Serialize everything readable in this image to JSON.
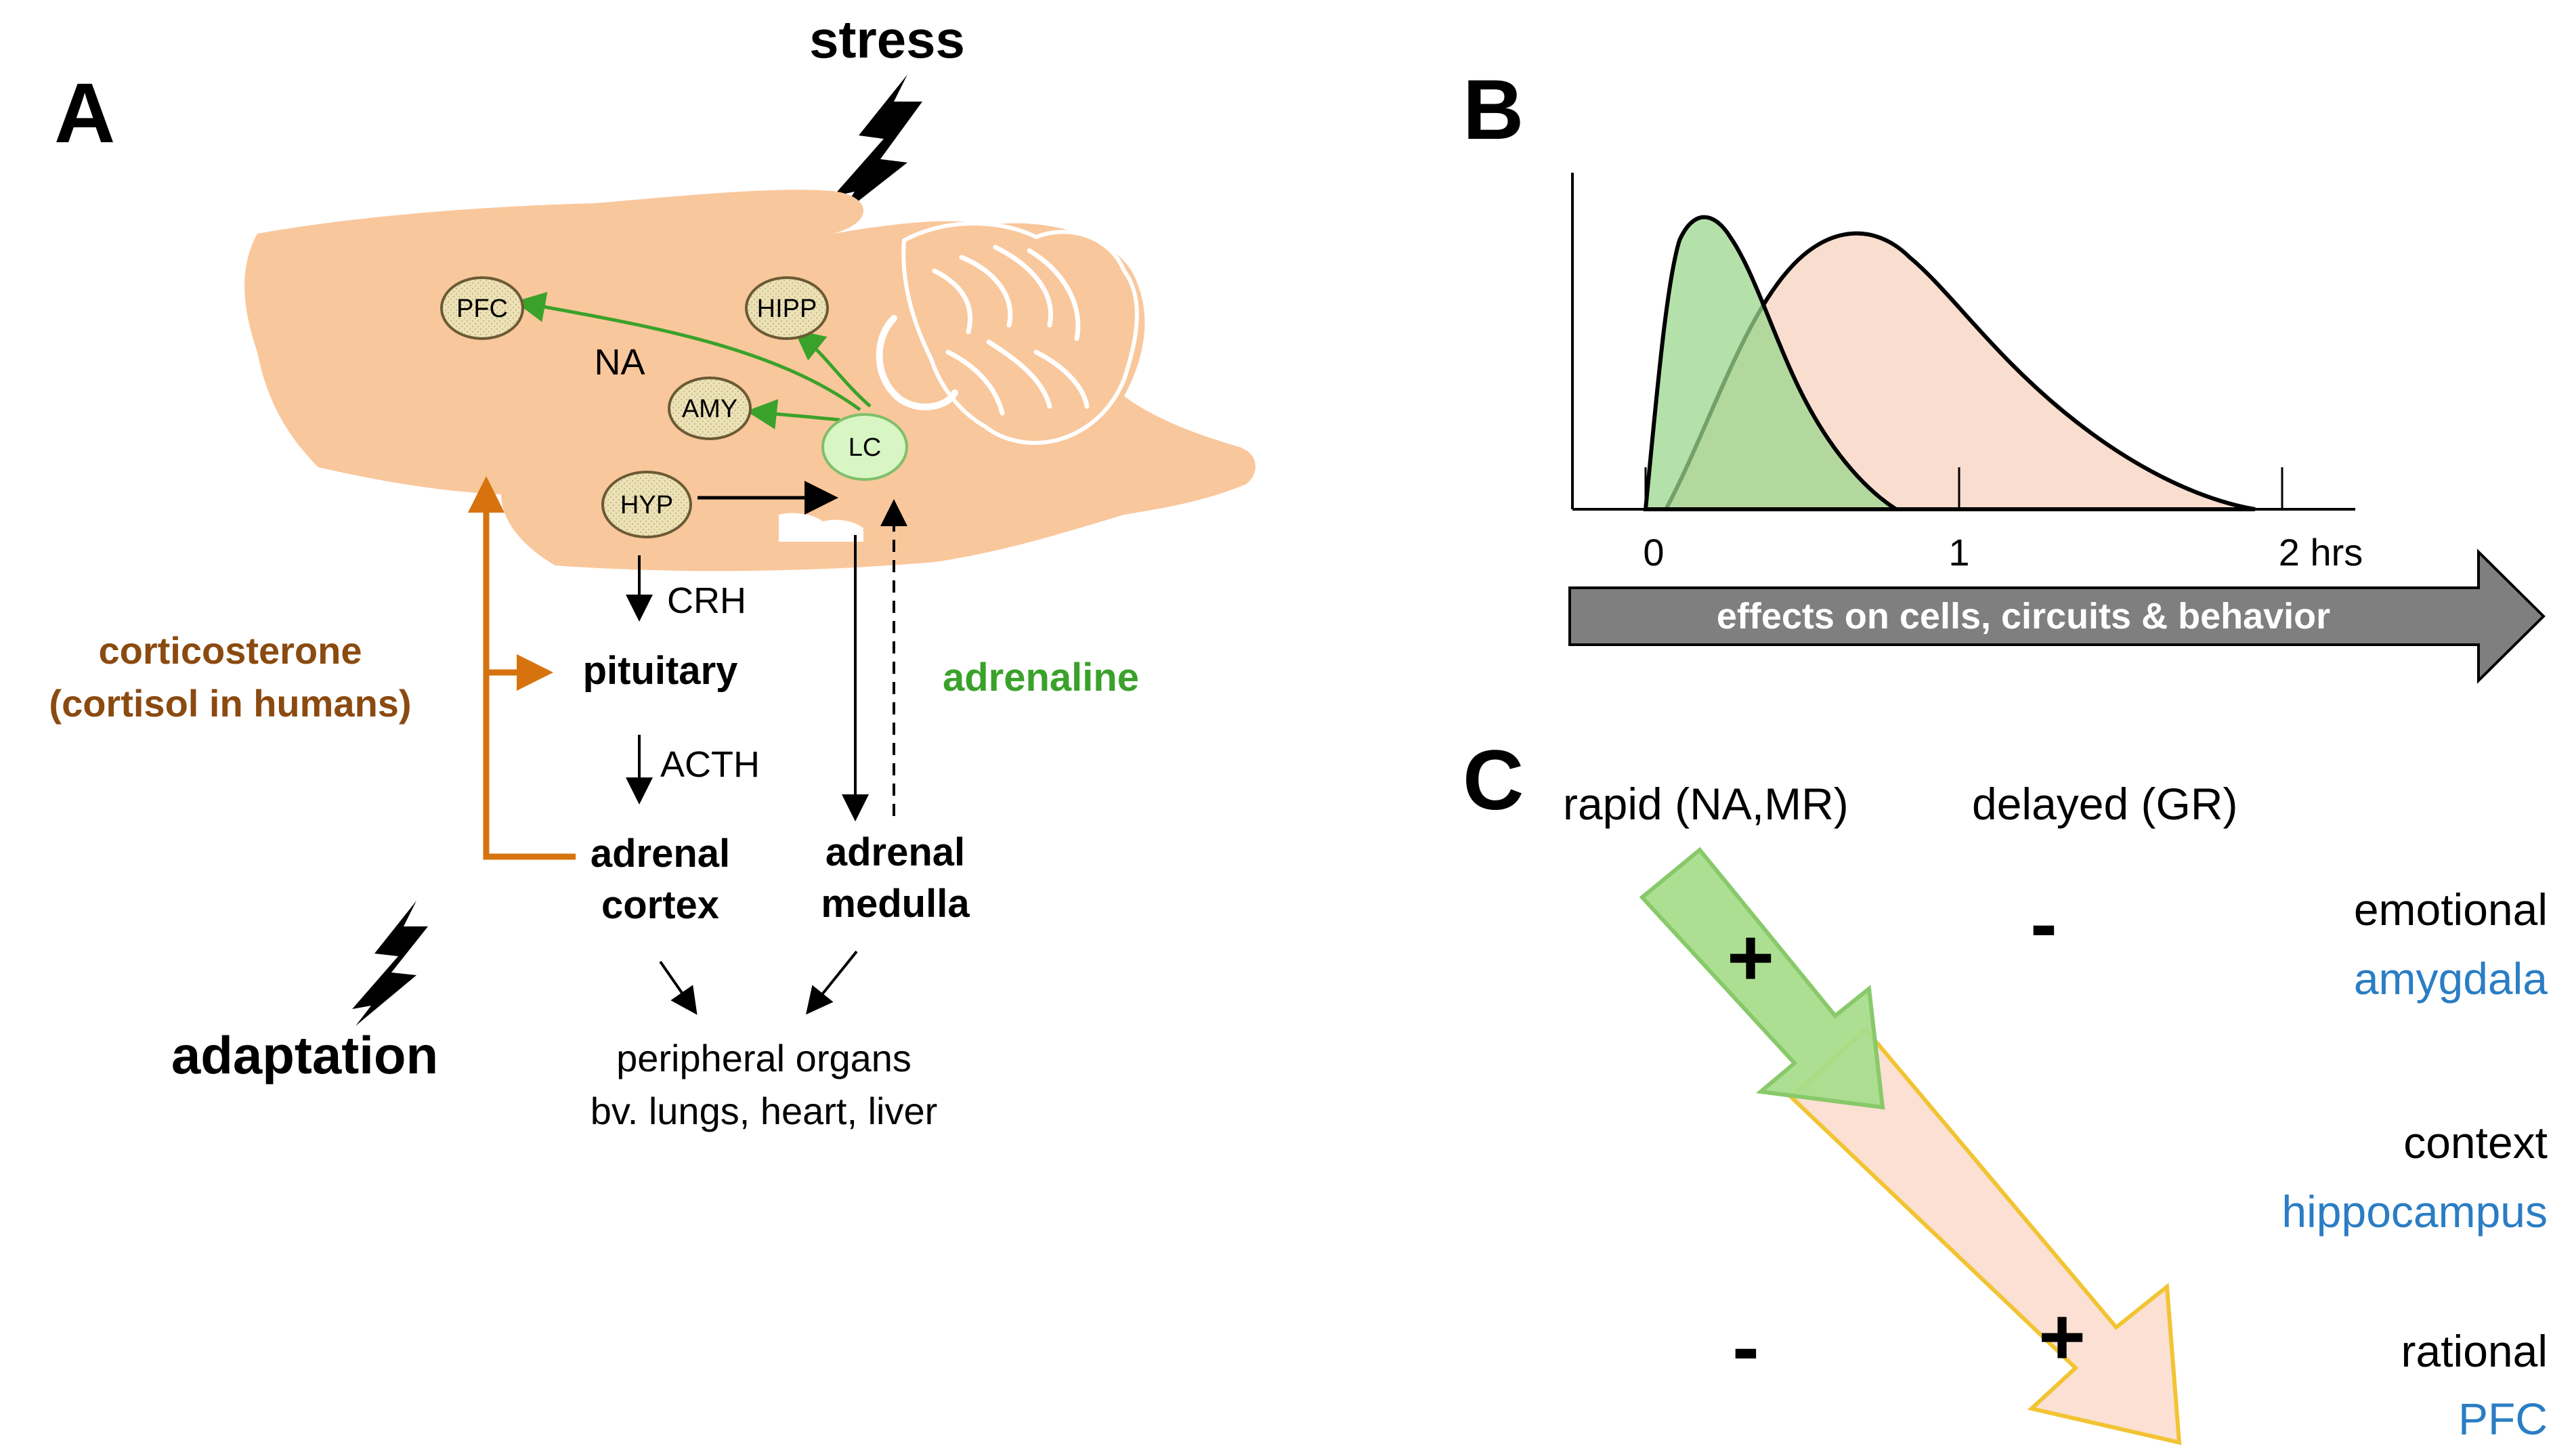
{
  "colors": {
    "brain": "#f9c79c",
    "region_fill": "#ece2b6",
    "region_stroke": "#6b5a34",
    "lc_fill": "#d8f5c4",
    "green": "#3aa22a",
    "orange": "#d6730e",
    "brown": "#8a4a10",
    "blue": "#2a7dc4",
    "curve_green": "#9bd68c",
    "curve_pink": "#f9ddcf",
    "gray_arrow": "#7f7f7f",
    "arrow_green": "#a6dc8a",
    "arrow_pink": "#fbe0d3",
    "arrow_yellow": "#f2c433"
  },
  "panel_a": {
    "letter": "A",
    "stress_label": "stress",
    "regions": {
      "pfc": "PFC",
      "hipp": "HIPP",
      "amy": "AMY",
      "hyp": "HYP",
      "lc": "LC"
    },
    "na_label": "NA",
    "crh_label": "CRH",
    "pituitary_label": "pituitary",
    "acth_label": "ACTH",
    "adrenal_cortex_line1": "adrenal",
    "adrenal_cortex_line2": "cortex",
    "adrenal_medulla_line1": "adrenal",
    "adrenal_medulla_line2": "medulla",
    "adrenaline_label": "adrenaline",
    "corticosterone_line1": "corticosterone",
    "corticosterone_line2": "(cortisol in humans)",
    "peripheral_line1": "peripheral organs",
    "peripheral_line2": "bv. lungs, heart, liver",
    "adaptation_label": "adaptation"
  },
  "panel_b": {
    "letter": "B",
    "tick_labels": [
      "0",
      "1",
      "2 hrs"
    ],
    "arrow_label": "effects on cells, circuits & behavior"
  },
  "panel_c": {
    "letter": "C",
    "rapid_label": "rapid (NA,MR)",
    "delayed_label": "delayed (GR)",
    "plus_symbol": "+",
    "minus_symbol": "-",
    "rows": [
      {
        "type": "emotional",
        "region": "amygdala"
      },
      {
        "type": "context",
        "region": "hippocampus"
      },
      {
        "type": "rational",
        "region": "PFC"
      }
    ]
  }
}
